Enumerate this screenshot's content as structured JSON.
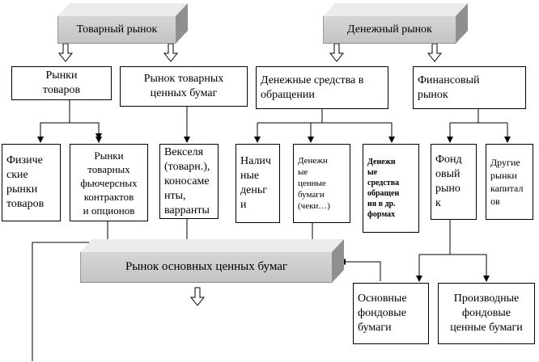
{
  "diagram": {
    "top": {
      "goods_market": "Товарный рынок",
      "money_market": "Денежный рынок"
    },
    "second": {
      "goods_markets": "Рынки\nтоваров",
      "goods_securities_market": "Рынок товарных\nценных бумаг",
      "money_in_circulation": "Денежные средства в\nобращении",
      "financial_market": "Финансовый\nрынок"
    },
    "third": {
      "physical_goods_markets": "Физиче\nские\nрынки\nтоваров",
      "futures_options_markets": "Рынки\nтоварных\nфьючерсных\nконтрактов\nи опционов",
      "bills_warrants": "Векселя\n(товарн.),\nконосаме\nнты,\nварранты",
      "cash": "Налич\nные\nденьг\nи",
      "money_securities": "Денежн\nые\nценные\nбумаги\n(чеки…)",
      "other_money_forms": "Денежн\nые\nсредства\nобращен\nия в др.\nформах",
      "stock_market": "Фонд\nовый\nрыно\nк",
      "other_capital_markets": "Другие\nрынки\nкапитал\nов"
    },
    "core_securities_market": "Рынок основных ценных бумаг",
    "bottom": {
      "basic_securities": "Основные\nфондовые\nбумаги",
      "derivative_securities": "Производные\nфондовые\nценные бумаги"
    }
  }
}
